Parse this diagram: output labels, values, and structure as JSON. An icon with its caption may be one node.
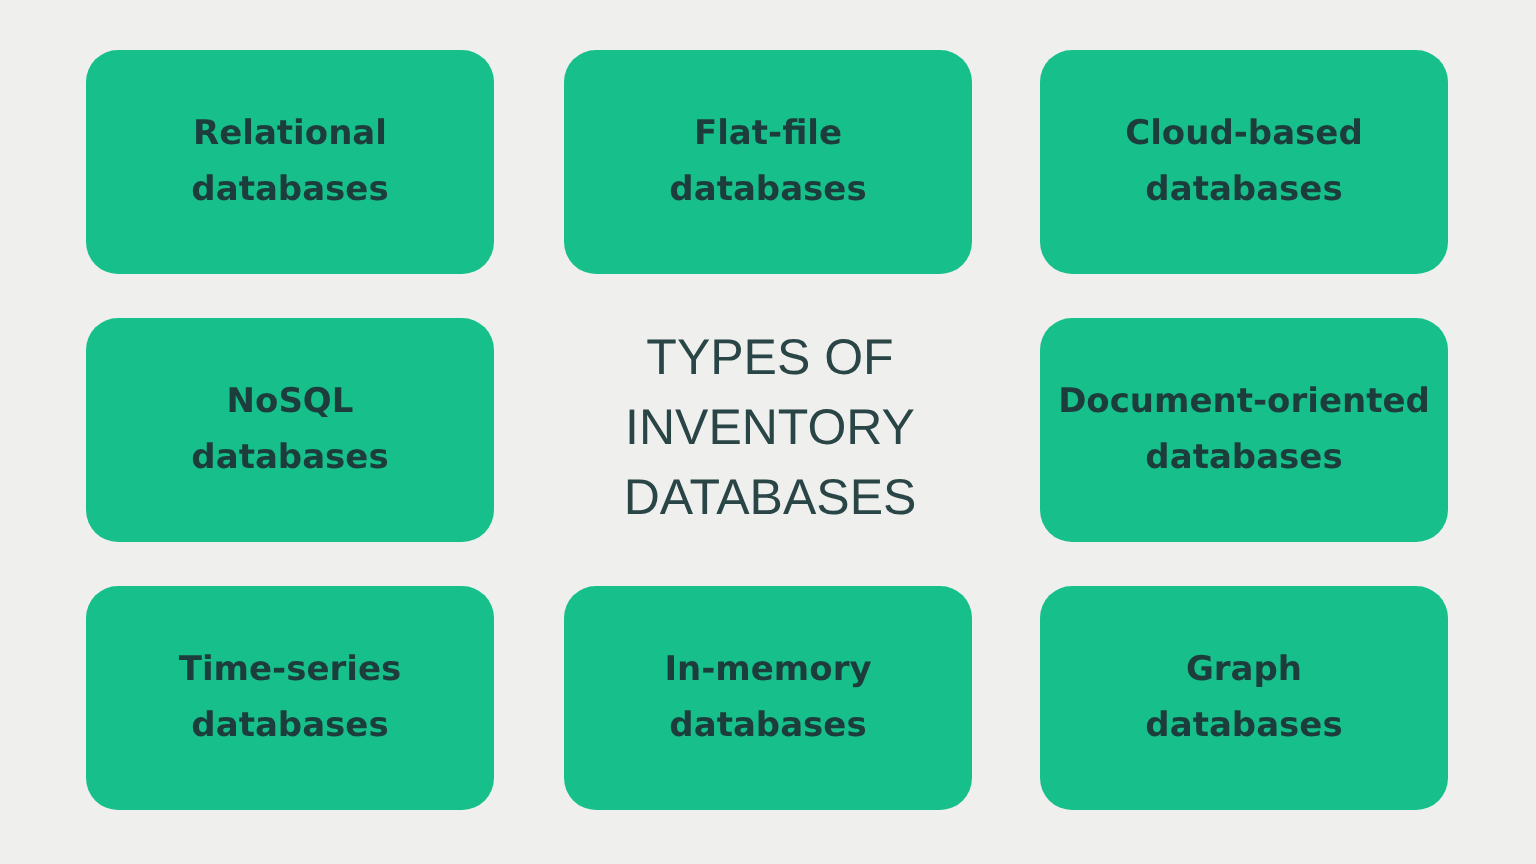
{
  "diagram": {
    "title": "TYPES OF INVENTORY DATABASES",
    "nodes": [
      {
        "text": [
          "Relational databases"
        ]
      },
      {
        "text": [
          "Flat-file databases"
        ]
      },
      {
        "text": [
          "Cloud-based databases"
        ]
      },
      {
        "text": [
          "NoSQL databases"
        ]
      },
      {
        "text": [
          "Document-oriented databases"
        ]
      },
      {
        "text": [
          "Time-series databases"
        ]
      },
      {
        "text": [
          "In-memory databases"
        ]
      },
      {
        "text": [
          "Graph databases"
        ]
      }
    ]
  }
}
